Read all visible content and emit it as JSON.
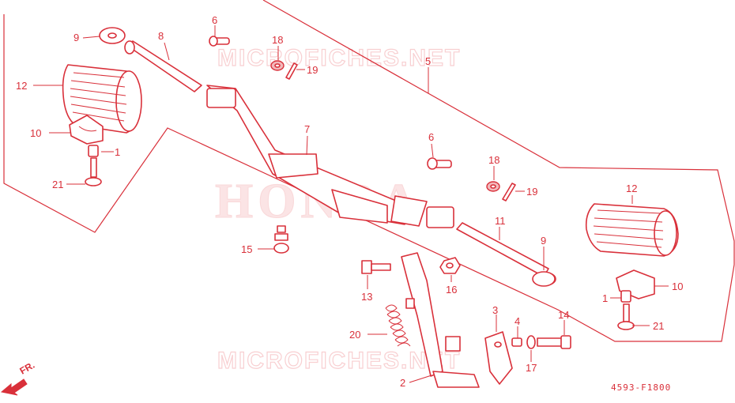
{
  "watermarks": {
    "top": "MICROFICHES.NET",
    "center": "HONDA",
    "bottom": "MICROFICHES.NET"
  },
  "callouts": {
    "n1_left": "1",
    "n1_right": "1",
    "n2": "2",
    "n3": "3",
    "n4": "4",
    "n5": "5",
    "n6_top": "6",
    "n6_mid": "6",
    "n7": "7",
    "n8": "8",
    "n9_left": "9",
    "n9_right": "9",
    "n10_left": "10",
    "n10_right": "10",
    "n11": "11",
    "n12_left": "12",
    "n12_right": "12",
    "n13": "13",
    "n14": "14",
    "n15": "15",
    "n16": "16",
    "n17": "17",
    "n18_top": "18",
    "n18_mid": "18",
    "n19_top": "19",
    "n19_mid": "19",
    "n20": "20",
    "n21_left": "21",
    "n21_right": "21"
  },
  "direction_label": "FR.",
  "diagram_code": "4593-F1800",
  "colors": {
    "line": "#d9303a",
    "watermark": "#f3a9ac"
  }
}
